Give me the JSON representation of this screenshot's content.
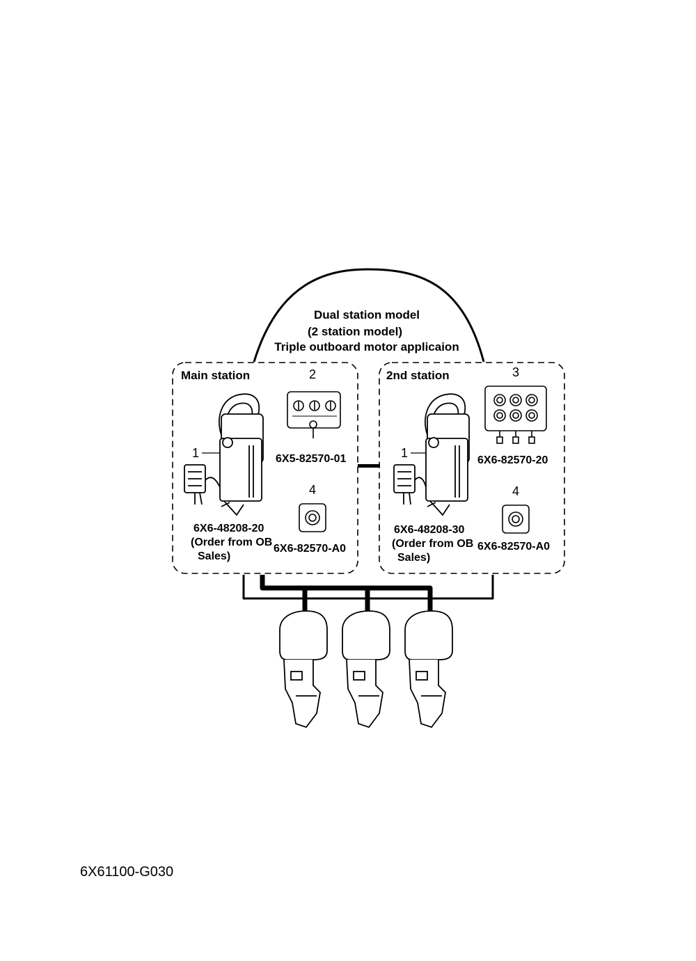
{
  "header": {
    "line1": "Dual station model",
    "line2": "(2 station model)",
    "line3": "Triple outboard motor applicaion"
  },
  "main_station": {
    "title": "Main station",
    "remote": {
      "num": "1",
      "part": "6X6-48208-20",
      "note1": "(Order from OB",
      "note2": "Sales)"
    },
    "switch_panel": {
      "num": "2",
      "part": "6X5-82570-01"
    },
    "stop_switch": {
      "num": "4",
      "part": "6X6-82570-A0"
    }
  },
  "second_station": {
    "title": "2nd station",
    "remote": {
      "num": "1",
      "part": "6X6-48208-30",
      "note1": "(Order from OB",
      "note2": "Sales)"
    },
    "switch_panel": {
      "num": "3",
      "part": "6X6-82570-20"
    },
    "stop_switch": {
      "num": "4",
      "part": "6X6-82570-A0"
    }
  },
  "footer": {
    "code": "6X61100-G030"
  },
  "icons": [
    "remote-control-lever-icon",
    "switch-panel-3-key-icon",
    "switch-panel-6-button-icon",
    "emergency-stop-switch-icon",
    "outboard-motor-icon"
  ]
}
